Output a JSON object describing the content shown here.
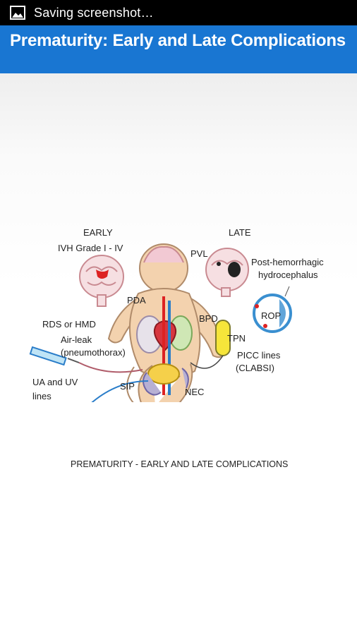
{
  "status_bar": {
    "notification_text": "Saving screenshot…",
    "icon": "image-icon"
  },
  "app_bar": {
    "title": "Prematurity: Early and Late Complications"
  },
  "figure": {
    "labels": {
      "early": "EARLY",
      "ivh": "IVH Grade I - IV",
      "late": "LATE",
      "pvl": "PVL",
      "post_hemorrhagic_line1": "Post-hemorrhagic",
      "post_hemorrhagic_line2": "hydrocephalus",
      "pda": "PDA",
      "bpd": "BPD",
      "rop": "ROP",
      "rds": "RDS or HMD",
      "air_leak_line1": "Air-leak",
      "air_leak_line2": "(pneumothorax)",
      "tpn": "TPN",
      "picc_line1": "PICC lines",
      "picc_line2": "(CLABSI)",
      "ua_uv_line1": "UA and UV",
      "ua_uv_line2": "lines",
      "sip": "SIP",
      "nec": "NEC"
    },
    "caption": "PREMATURITY - EARLY AND LATE COMPLICATIONS"
  }
}
